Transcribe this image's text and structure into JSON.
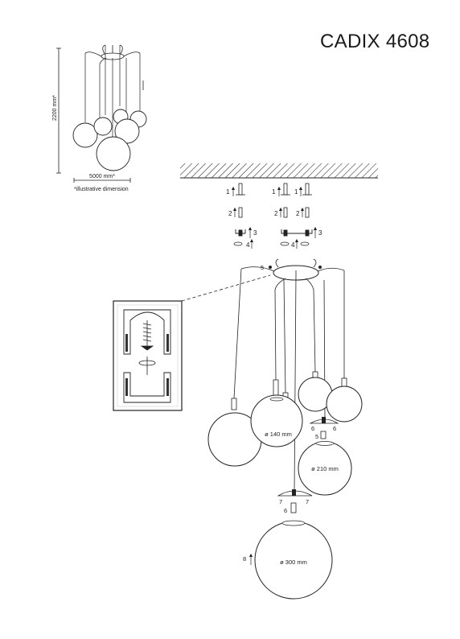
{
  "title": "CADIX 4608",
  "overview": {
    "height_label": "2200 mm*",
    "width_label": "5000 mm*",
    "note": "*illustrative dimension"
  },
  "diameters": {
    "small": "ø 140 mm",
    "medium": "ø 210 mm",
    "large": "ø 300 mm"
  },
  "steps": {
    "s1": "1",
    "s2": "2",
    "s3": "3",
    "s4": "4",
    "s5": "5",
    "s6": "6",
    "s7": "7",
    "s8": "8"
  }
}
